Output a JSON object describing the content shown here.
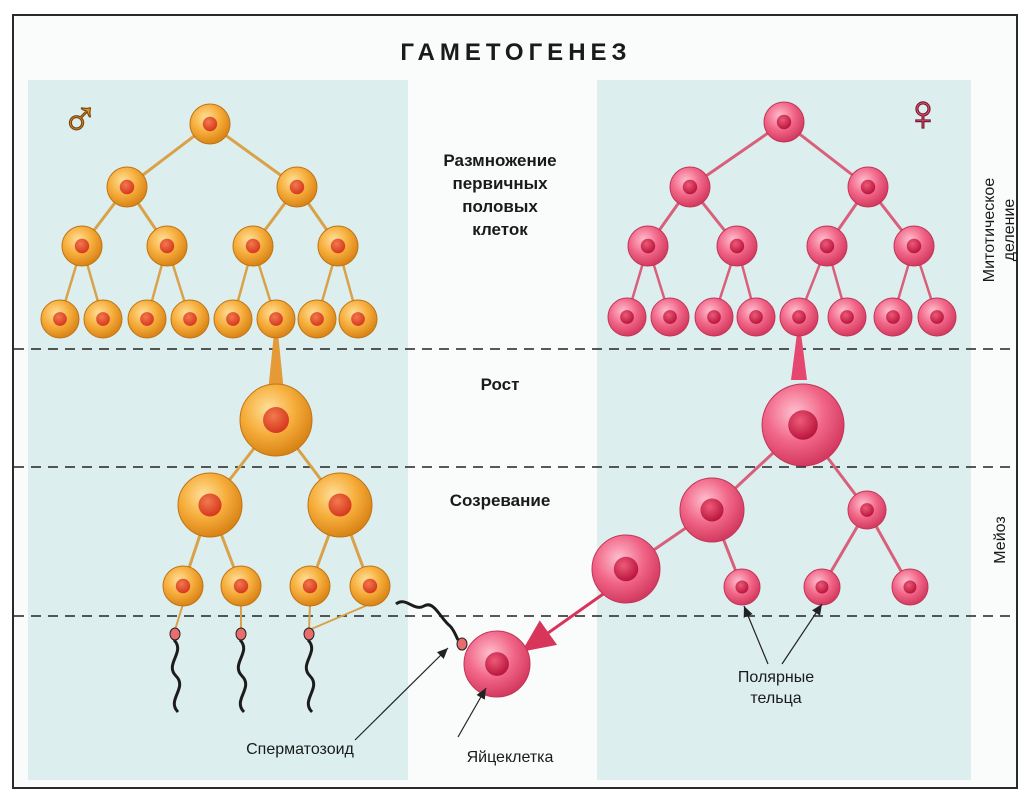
{
  "title": "ГАМЕТОГЕНЕЗ",
  "male_symbol": "♂",
  "female_symbol": "♀",
  "stages": {
    "reproduction": [
      "Размножение",
      "первичных",
      "половых",
      "клеток"
    ],
    "growth": "Рост",
    "maturation": "Созревание"
  },
  "side_labels": {
    "mitosis": [
      "Митотическое",
      "деление"
    ],
    "meiosis": "Мейоз"
  },
  "labels": {
    "sperm": "Сперматозоид",
    "egg": "Яйцеклетка",
    "polar_bodies": [
      "Полярные",
      "тельца"
    ]
  },
  "colors": {
    "male_cell": "#f3a93a",
    "male_nucleus": "#e0472a",
    "female_cell": "#ee4f72",
    "female_nucleus": "#c81f44",
    "panel_bg": "#dcefee"
  }
}
